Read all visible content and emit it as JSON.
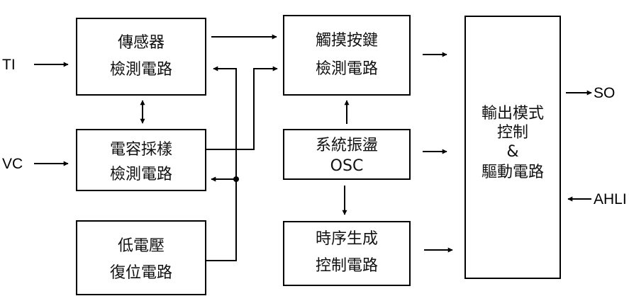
{
  "colors": {
    "line": "#000000",
    "text": "#111111",
    "background": "#ffffff"
  },
  "blocks": {
    "sensor": {
      "line1": "傳感器",
      "line2": "檢測電路"
    },
    "touch_key": {
      "line1": "觸摸按鍵",
      "line2": "檢測電路"
    },
    "cap_sampling": {
      "line1": "電容採樣",
      "line2": "檢測電路"
    },
    "oscillator": {
      "line1": "系統振盪",
      "line2": "OSC"
    },
    "low_voltage_reset": {
      "line1": "低電壓",
      "line2": "復位電路"
    },
    "timing_control": {
      "line1": "時序生成",
      "line2": "控制電路"
    },
    "output": {
      "line1": "輸出模式",
      "line2": "控制",
      "line3": "&",
      "line4": "驅動電路"
    }
  },
  "signals": {
    "ti": "TI",
    "vc": "VC",
    "so": "SO",
    "ahli": "AHLI"
  }
}
